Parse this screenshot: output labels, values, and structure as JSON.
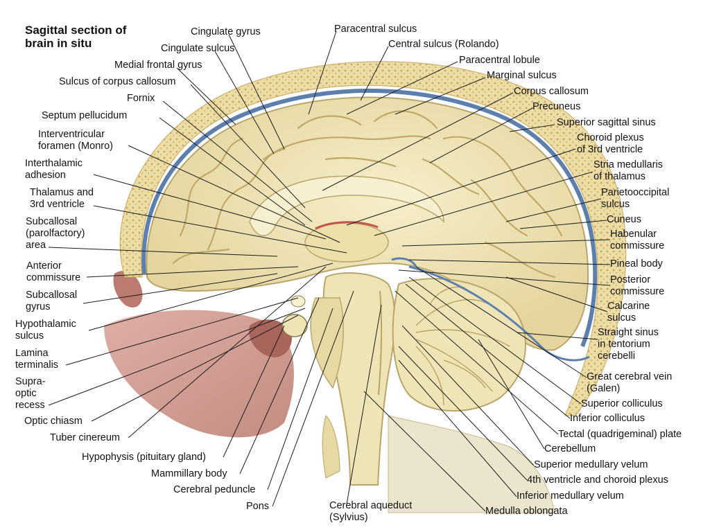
{
  "figure": {
    "title_lines": [
      "Sagittal section of",
      "brain in situ"
    ],
    "colors": {
      "brain": "#efe4b5",
      "brain_shade": "#d9c98f",
      "gyrus_outline": "#b9a56a",
      "sinus": "#5d7fae",
      "skull": "#e8d89c",
      "skull_dots": "#c8a85c",
      "pharynx": "#c98e82",
      "pharynx_dark": "#a8655c",
      "leader": "#1a1a1a"
    }
  },
  "labels": {
    "cingulate_gyrus": [
      "Cingulate gyrus"
    ],
    "paracentral_sulcus": [
      "Paracentral sulcus"
    ],
    "cingulate_sulcus": [
      "Cingulate sulcus"
    ],
    "central_sulcus": [
      "Central sulcus (Rolando)"
    ],
    "medial_frontal_gyrus": [
      "Medial frontal gyrus"
    ],
    "paracentral_lobule": [
      "Paracentral lobule"
    ],
    "sulcus_corpus_callosum": [
      "Sulcus of corpus callosum"
    ],
    "marginal_sulcus": [
      "Marginal sulcus"
    ],
    "fornix": [
      "Fornix"
    ],
    "corpus_callosum": [
      "Corpus callosum"
    ],
    "septum_pellucidum": [
      "Septum pellucidum"
    ],
    "precuneus": [
      "Precuneus"
    ],
    "interventricular_foramen": [
      "Interventricular",
      "foramen (Monro)"
    ],
    "superior_sagittal_sinus": [
      "Superior sagittal sinus"
    ],
    "choroid_plexus_3rd": [
      "Choroid plexus",
      "of 3rd ventricle"
    ],
    "interthalamic_adhesion": [
      "Interthalamic",
      "adhesion"
    ],
    "stria_medullaris": [
      "Stria medullaris",
      "of thalamus"
    ],
    "thalamus_3rd_ventricle": [
      "Thalamus and",
      "3rd ventricle"
    ],
    "parietooccipital_sulcus": [
      "Parietooccipital",
      "sulcus"
    ],
    "subcallosal_area": [
      "Subcallosal",
      "(parolfactory)",
      "area"
    ],
    "cuneus": [
      "Cuneus"
    ],
    "habenular_commissure": [
      "Habenular",
      "commissure"
    ],
    "anterior_commissure": [
      "Anterior",
      "commissure"
    ],
    "pineal_body": [
      "Pineal body"
    ],
    "posterior_commissure": [
      "Posterior",
      "commissure"
    ],
    "subcallosal_gyrus": [
      "Subcallosal",
      "gyrus"
    ],
    "calcarine_sulcus": [
      "Calcarine",
      "sulcus"
    ],
    "hypothalamic_sulcus": [
      "Hypothalamic",
      "sulcus"
    ],
    "straight_sinus": [
      "Straight sinus",
      "in tentorium",
      "cerebelli"
    ],
    "lamina_terminalis": [
      "Lamina",
      "terminalis"
    ],
    "supraoptic_recess": [
      "Supra-",
      "optic",
      "recess"
    ],
    "great_cerebral_vein": [
      "Great cerebral vein",
      "(Galen)"
    ],
    "superior_colliculus": [
      "Superior colliculus"
    ],
    "optic_chiasm": [
      "Optic chiasm"
    ],
    "inferior_colliculus": [
      "Inferior colliculus"
    ],
    "tuber_cinereum": [
      "Tuber cinereum"
    ],
    "tectal_plate": [
      "Tectal (quadrigeminal) plate"
    ],
    "hypophysis": [
      "Hypophysis (pituitary gland)"
    ],
    "cerebellum": [
      "Cerebellum"
    ],
    "superior_medullary_velum": [
      "Superior medullary velum"
    ],
    "mammillary_body": [
      "Mammillary body"
    ],
    "fourth_ventricle": [
      "4th ventricle and choroid plexus"
    ],
    "cerebral_peduncle": [
      "Cerebral peduncle"
    ],
    "inferior_medullary_velum": [
      "Inferior medullary velum"
    ],
    "pons": [
      "Pons"
    ],
    "cerebral_aqueduct": [
      "Cerebral aqueduct",
      "(Sylvius)"
    ],
    "medulla_oblongata": [
      "Medulla oblongata"
    ]
  }
}
